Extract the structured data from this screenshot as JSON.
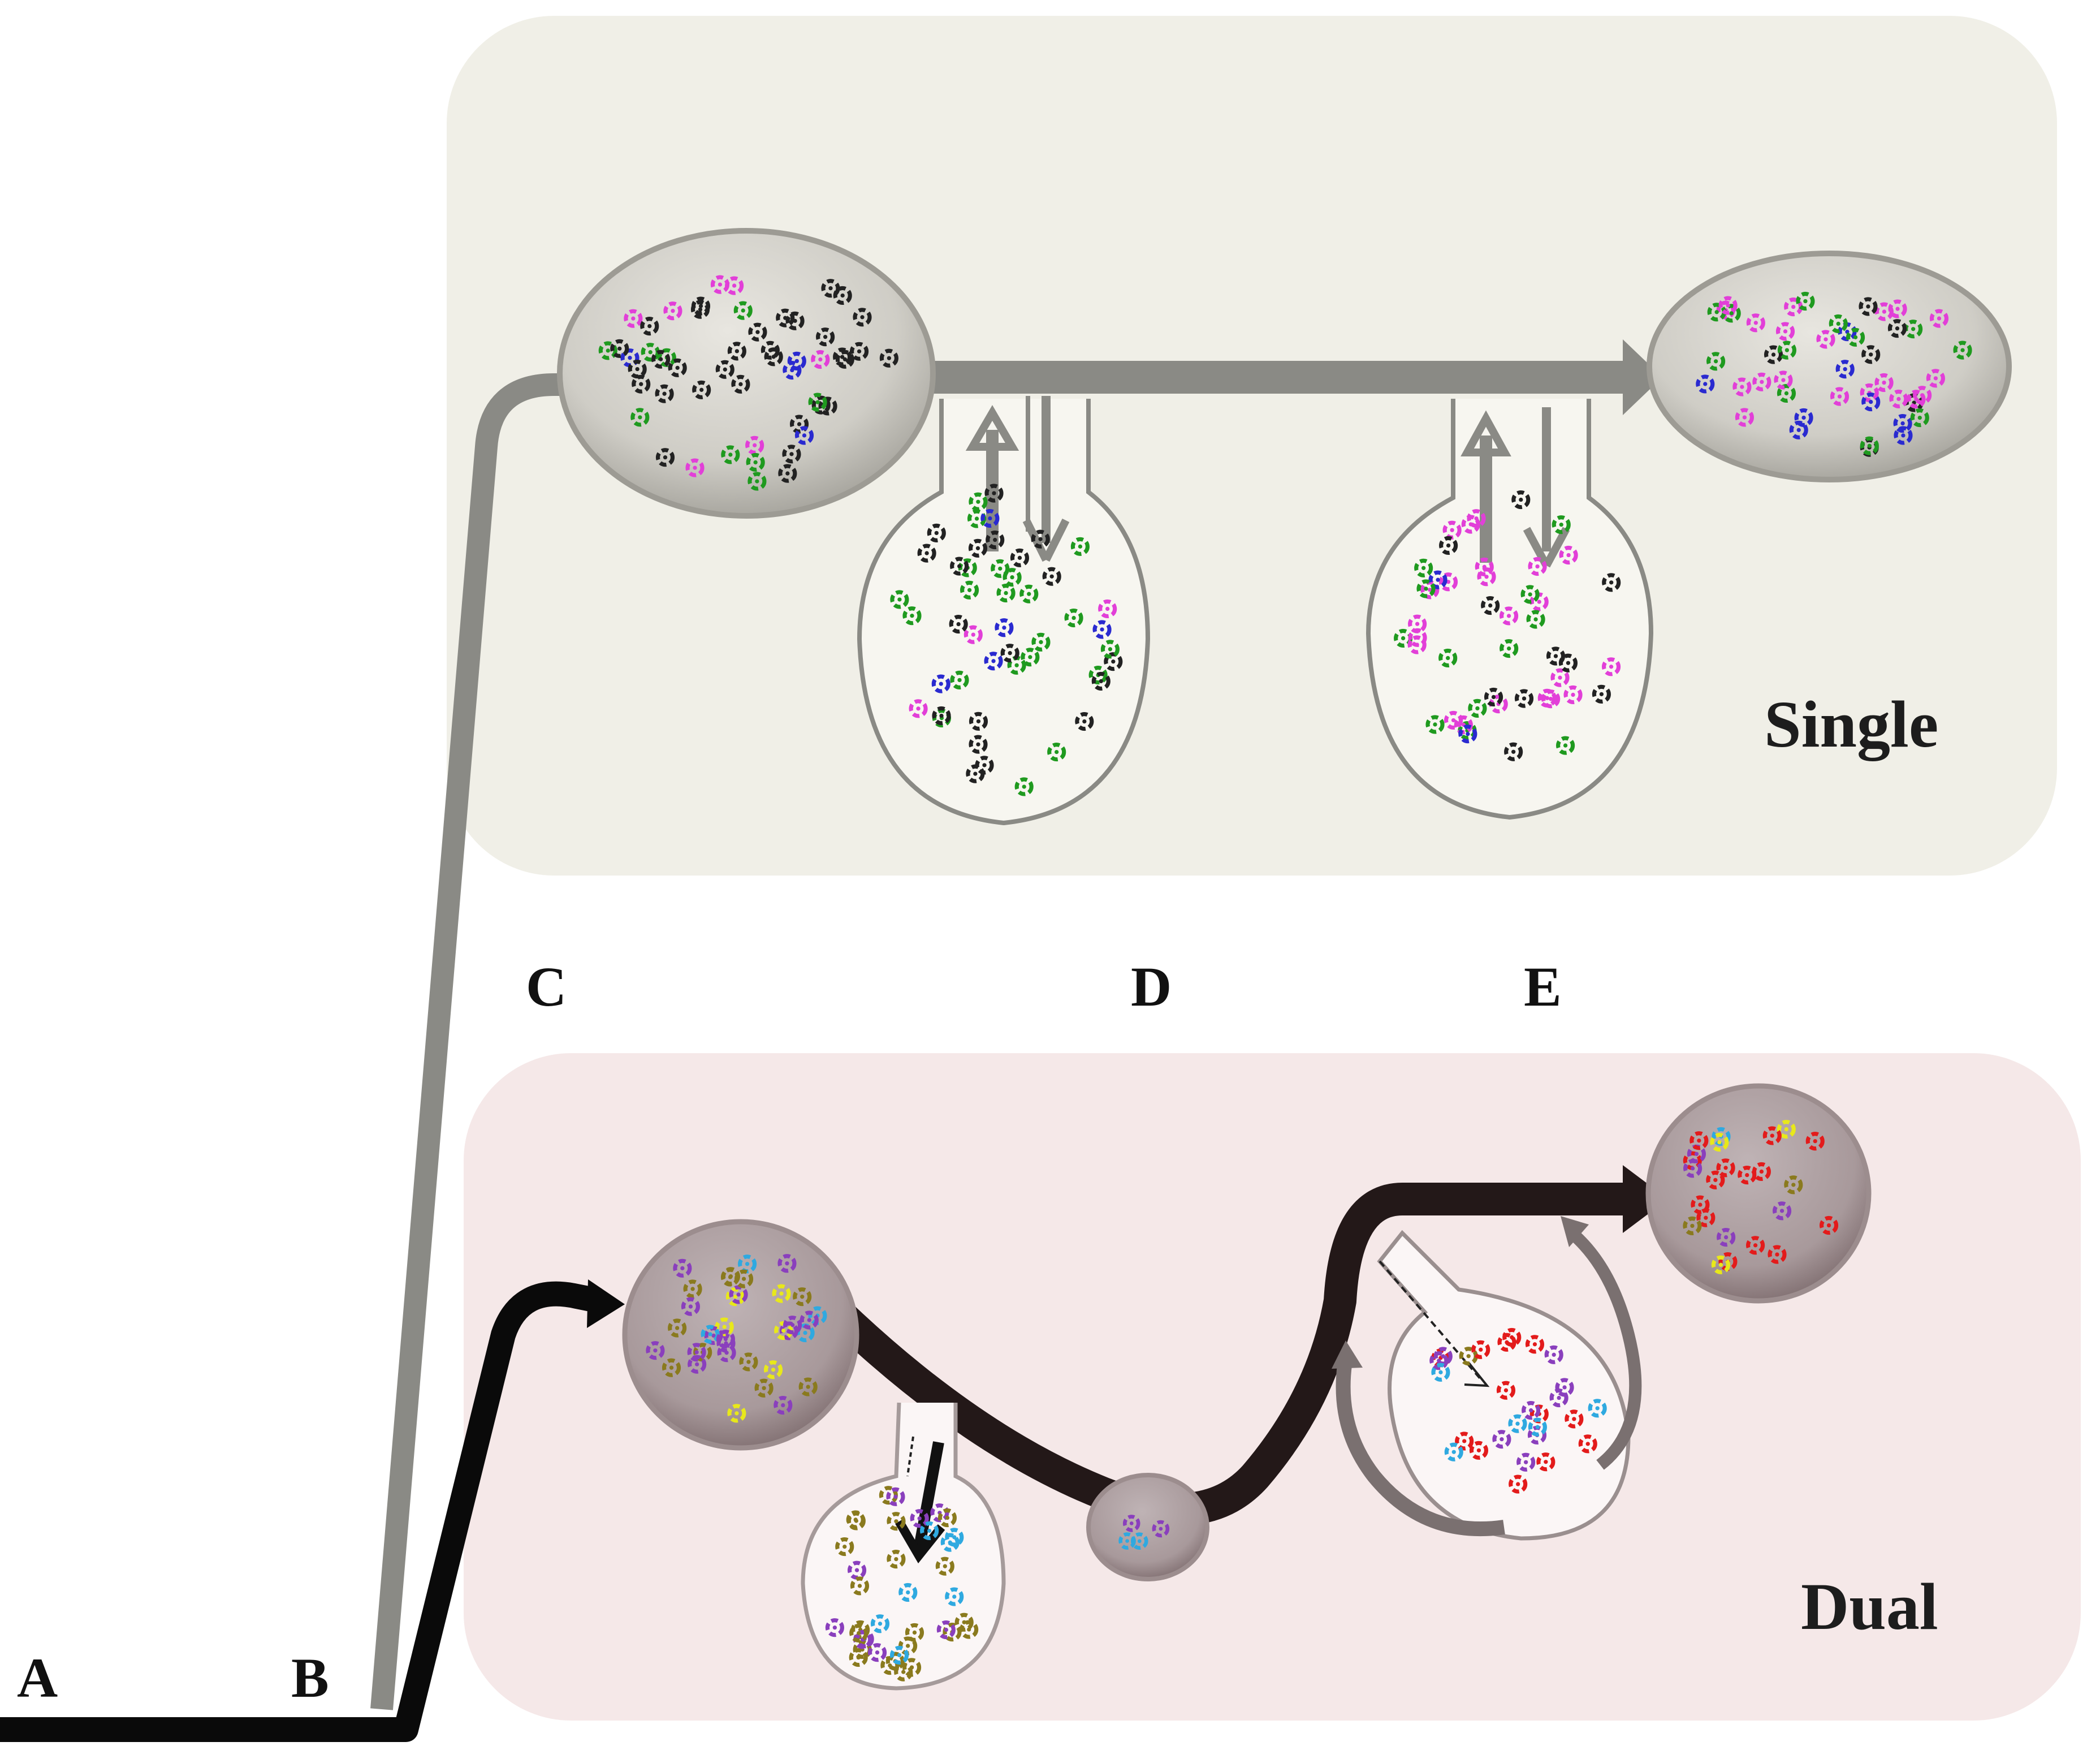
{
  "labels": {
    "a": "A",
    "b": "B",
    "c": "C",
    "d": "D",
    "e": "E",
    "single": "Single",
    "dual": "Dual"
  },
  "colors": {
    "single_panel_bg": "#f0efe7",
    "dual_panel_bg": "#f5e8e8",
    "single_path": "#8a8a85",
    "dual_path": "#231818",
    "particle_black": "#222222",
    "particle_green": "#1f9a1f",
    "particle_magenta": "#e23fd8",
    "particle_blue": "#2a2ad0",
    "particle_red": "#e31b1b",
    "particle_purple": "#8a3fbd",
    "particle_olive": "#8a7a1e",
    "particle_cyan": "#2fa9e0",
    "particle_yellow": "#e8e81a"
  },
  "icons": {
    "particle": "flower-dot-icon"
  }
}
